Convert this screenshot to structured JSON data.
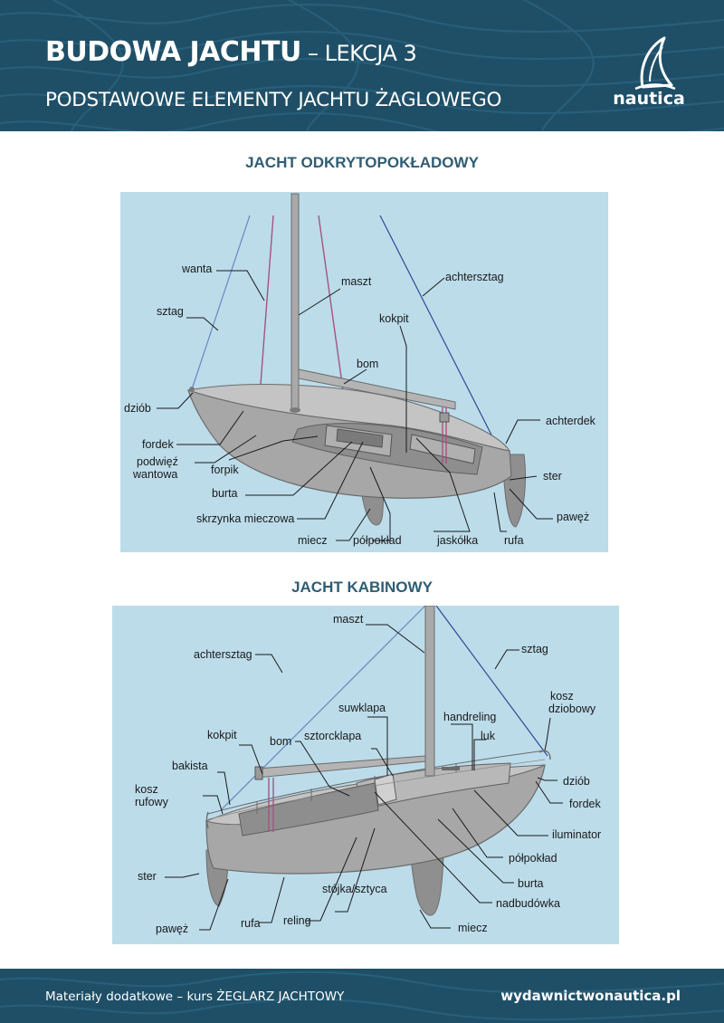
{
  "header": {
    "title_bold": "BUDOWA JACHTU",
    "title_rest": " – LEKCJA 3",
    "subtitle": "PODSTAWOWE ELEMENTY JACHTU ŻAGLOWEGO",
    "logo_text": "nautica"
  },
  "colors": {
    "header_bg": "#1f4f67",
    "panel_bg": "#bcdcea",
    "section_title": "#2f5d74",
    "hull": "#a7a7a7"
  },
  "section1": {
    "title": "JACHT ODKRYTOPOKŁADOWY",
    "labels": {
      "wanta": "wanta",
      "maszt": "maszt",
      "achtersztag": "achtersztag",
      "sztag": "sztag",
      "kokpit": "kokpit",
      "bom": "bom",
      "dziob": "dziób",
      "achterdek": "achterdek",
      "fordek": "fordek",
      "podwiez_1": "podwięź",
      "podwiez_2": "wantowa",
      "forpik": "forpik",
      "ster": "ster",
      "burta": "burta",
      "pawez": "pawęż",
      "skrzynka": "skrzynka mieczowa",
      "miecz": "miecz",
      "polpoklad": "półpokład",
      "jaskolka": "jaskółka",
      "rufa": "rufa"
    }
  },
  "section2": {
    "title": "JACHT KABINOWY",
    "labels": {
      "maszt": "maszt",
      "achtersztag": "achtersztag",
      "sztag": "sztag",
      "kosz_dziobowy_1": "kosz",
      "kosz_dziobowy_2": "dziobowy",
      "suwklapa": "suwklapa",
      "handreling": "handreling",
      "luk": "luk",
      "kokpit": "kokpit",
      "sztorcklapa": "sztorcklapa",
      "bom": "bom",
      "bakista": "bakista",
      "dziob": "dziób",
      "kosz_rufowy_1": "kosz",
      "kosz_rufowy_2": "rufowy",
      "fordek": "fordek",
      "iluminator": "iluminator",
      "polpoklad": "półpokład",
      "ster": "ster",
      "burta": "burta",
      "stojka": "stójka/sztyca",
      "nadbudowka": "nadbudówka",
      "reling": "reling",
      "rufa": "rufa",
      "pawez": "pawęż",
      "miecz": "miecz"
    }
  },
  "footer": {
    "left": "Materiały dodatkowe – kurs ŻEGLARZ JACHTOWY",
    "right": "wydawnictwonautica.pl"
  }
}
